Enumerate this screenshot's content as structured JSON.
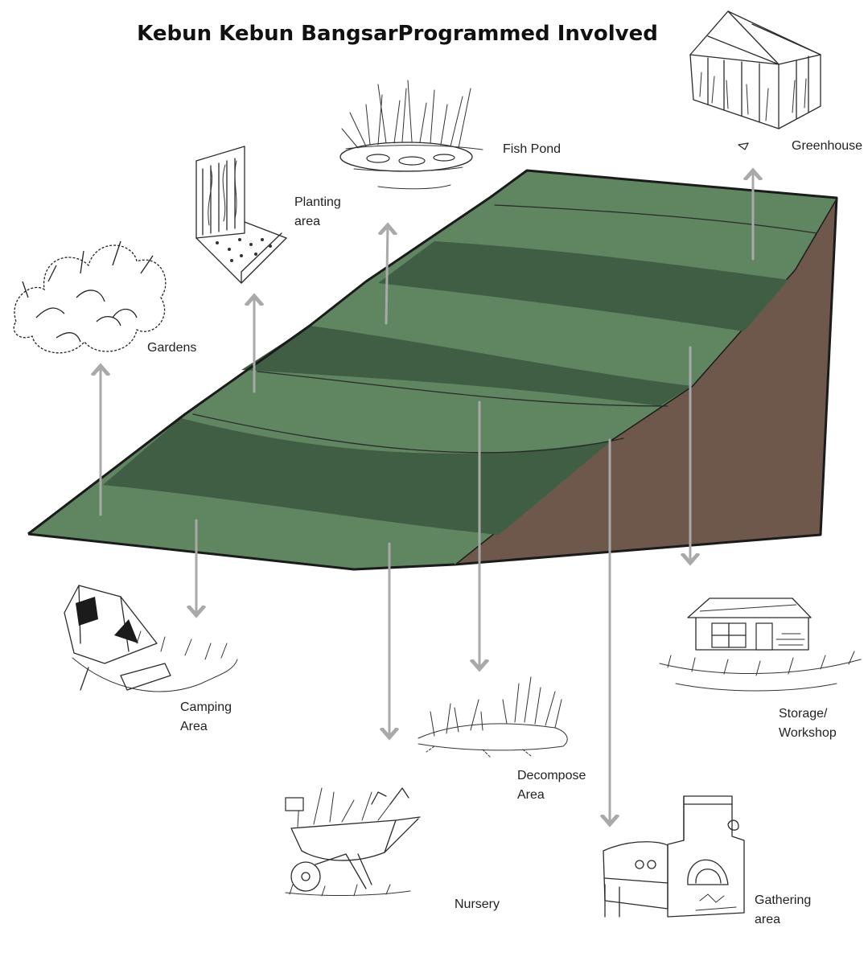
{
  "title": "Kebun Kebun BangsarProgrammed Involved",
  "colors": {
    "grass_light": "#5f8660",
    "grass_dark": "#3f5e44",
    "soil": "#6e584c",
    "arrow": "#a9a9a9",
    "outline": "#1b1b1b"
  },
  "labels": {
    "fish_pond": [
      "Fish Pond"
    ],
    "greenhouse": [
      "Greenhouse"
    ],
    "planting_area": [
      "Planting",
      "area"
    ],
    "gardens": [
      "Gardens"
    ],
    "camping_area": [
      "Camping",
      "Area"
    ],
    "storage_workshop": [
      "Storage/",
      "Workshop"
    ],
    "decompose_area": [
      "Decompose",
      "Area"
    ],
    "nursery": [
      "Nursery"
    ],
    "gathering_area": [
      "Gathering",
      "area"
    ]
  },
  "icons": [
    "pond-icon",
    "greenhouse-icon",
    "planter-icon",
    "shrub-icon",
    "tent-icon",
    "shed-icon",
    "compost-icon",
    "wheelbarrow-icon",
    "oven-icon"
  ]
}
